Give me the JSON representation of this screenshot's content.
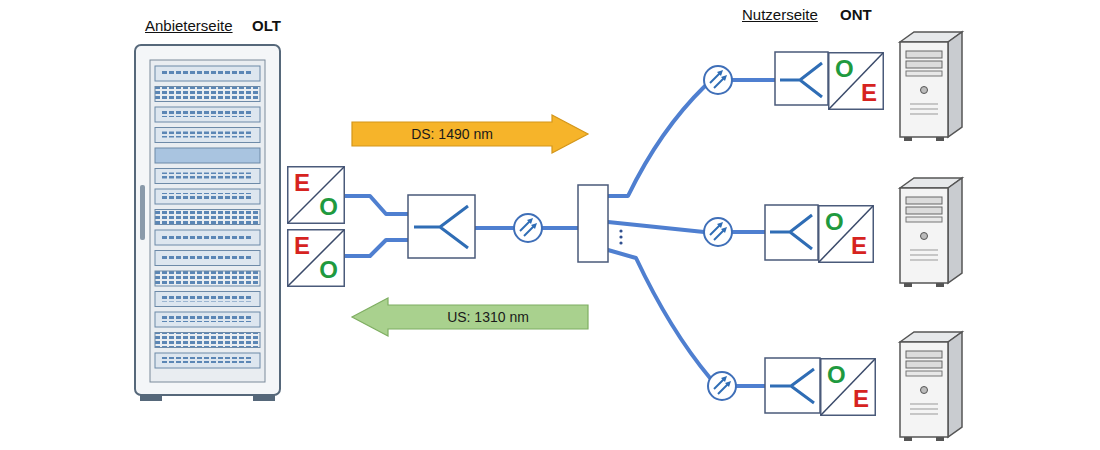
{
  "diagram": {
    "nodes": [
      {
        "text": [
          "E",
          "O"
        ]
      },
      {
        "text": [
          "E",
          "O"
        ]
      },
      {
        "text": [
          "DS: 1490 nm"
        ]
      },
      {
        "text": [
          "US: 1310 nm"
        ]
      },
      {
        "text": [
          "O",
          "E"
        ]
      },
      {
        "text": [
          "O",
          "E"
        ]
      },
      {
        "text": [
          "O",
          "E"
        ]
      }
    ],
    "labels": [
      "Anbieterseite",
      "OLT",
      "Nutzerseite",
      "ONT"
    ]
  }
}
